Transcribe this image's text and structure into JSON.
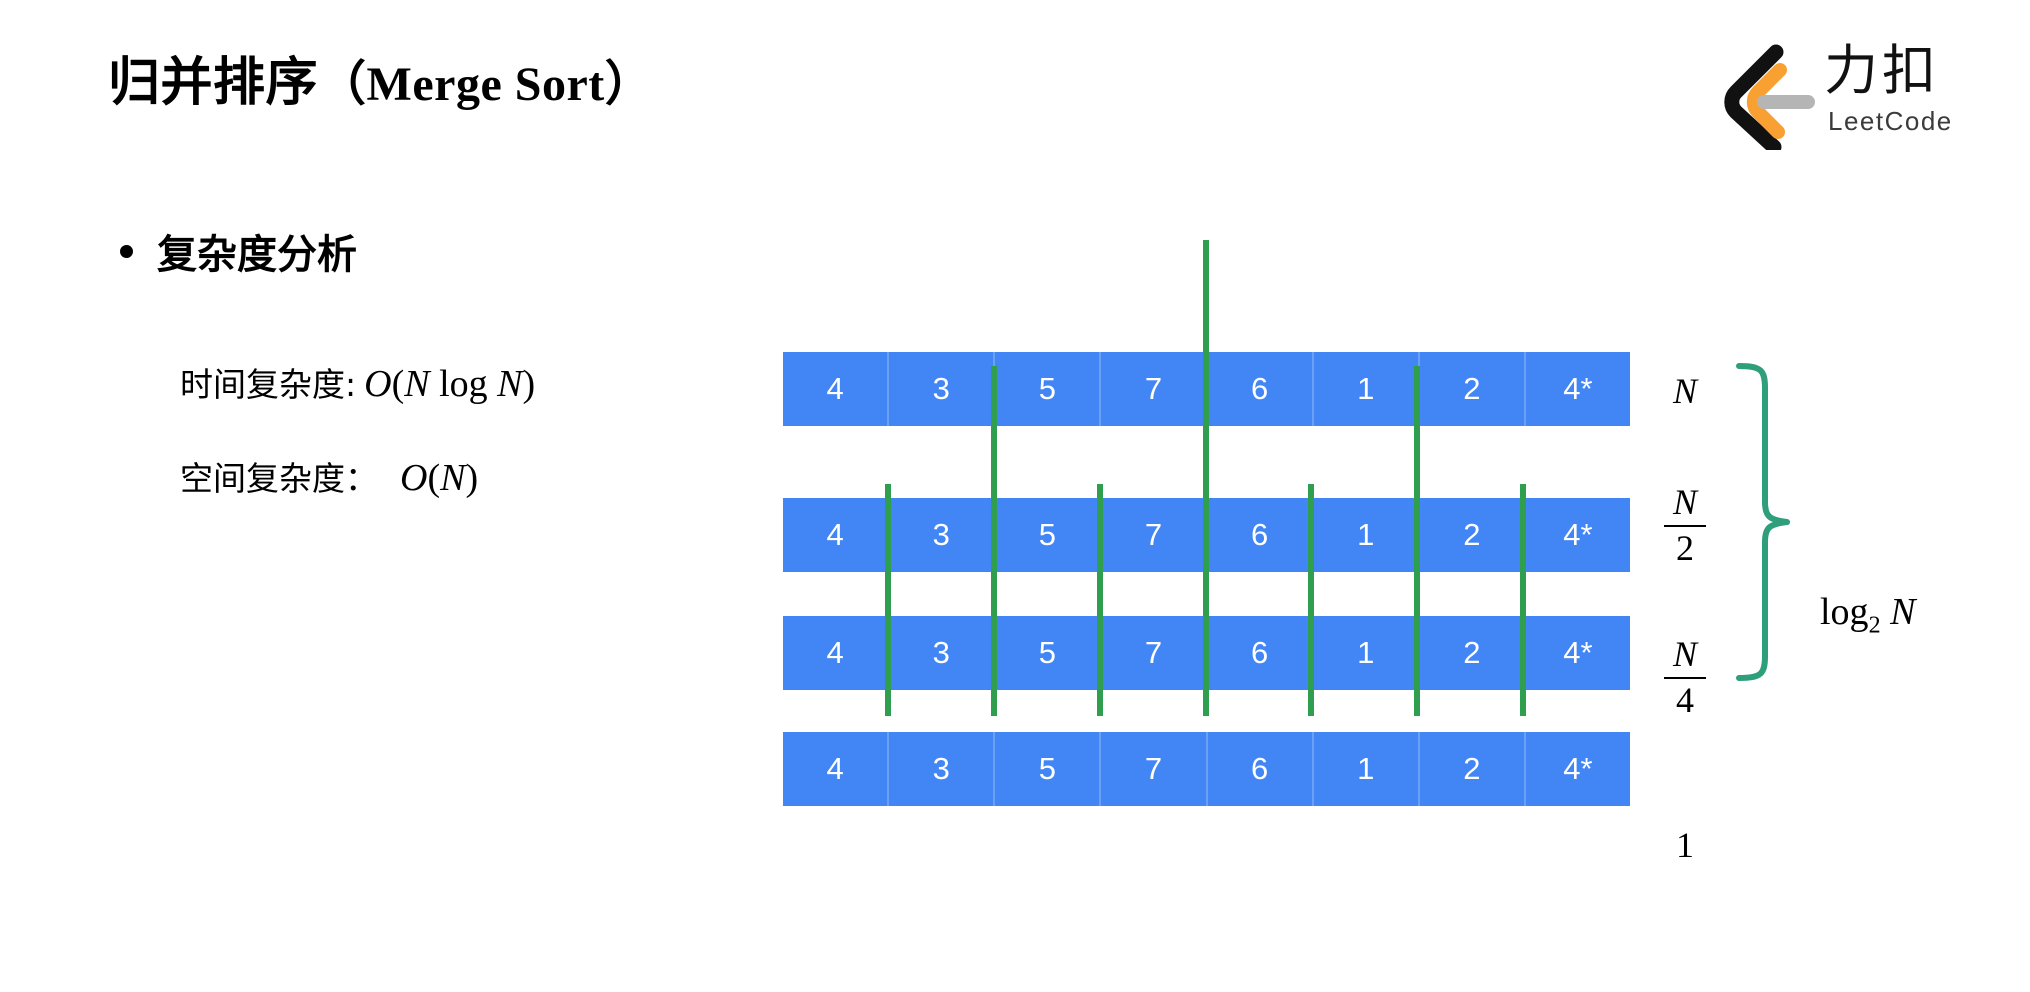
{
  "slide": {
    "title_cjk": "归并排序",
    "title_paren_open": "（",
    "title_latin": "Merge Sort",
    "title_paren_close": "）",
    "bullet": "复杂度分析",
    "time_complexity_label": "时间复杂度:",
    "time_complexity_value": "O(N log N)",
    "space_complexity_label": "空间复杂度：",
    "space_complexity_value": "O(N)"
  },
  "logo": {
    "cjk": "力扣",
    "wordmark": "LeetCode",
    "chevron_color": "#111111",
    "arc_color": "#f9a032",
    "bar_color": "#b5b5b5"
  },
  "colors": {
    "cell_fill": "#4285f4",
    "cell_divider": "#6ba0f7",
    "split_line": "#2f9e4f",
    "brace": "#2e9e7b",
    "text_on_cell": "#ffffff"
  },
  "chart_data": {
    "type": "diagram",
    "title": "Merge Sort recursion tree (array splitting levels)",
    "cells": [
      "4",
      "3",
      "5",
      "7",
      "6",
      "1",
      "2",
      "4*"
    ],
    "rows": [
      {
        "label": "N",
        "label_type": "plain",
        "values": [
          "4",
          "3",
          "5",
          "7",
          "6",
          "1",
          "2",
          "4*"
        ],
        "split_after_index": [
          4
        ]
      },
      {
        "label": "N/2",
        "label_type": "fraction",
        "num": "N",
        "den": "2",
        "values": [
          "4",
          "3",
          "5",
          "7",
          "6",
          "1",
          "2",
          "4*"
        ],
        "split_after_index": [
          2,
          4,
          6
        ]
      },
      {
        "label": "N/4",
        "label_type": "fraction",
        "num": "N",
        "den": "4",
        "values": [
          "4",
          "3",
          "5",
          "7",
          "6",
          "1",
          "2",
          "4*"
        ],
        "split_after_index": [
          1,
          2,
          3,
          4,
          5,
          6,
          7
        ]
      },
      {
        "label": "1",
        "label_type": "plain",
        "values": [
          "4",
          "3",
          "5",
          "7",
          "6",
          "1",
          "2",
          "4*"
        ],
        "split_after_index": [
          1,
          2,
          3,
          4,
          5,
          6,
          7
        ]
      }
    ],
    "brace_label": "log2 N",
    "brace_label_base": "log",
    "brace_label_sub": "2",
    "brace_label_var": "N"
  }
}
